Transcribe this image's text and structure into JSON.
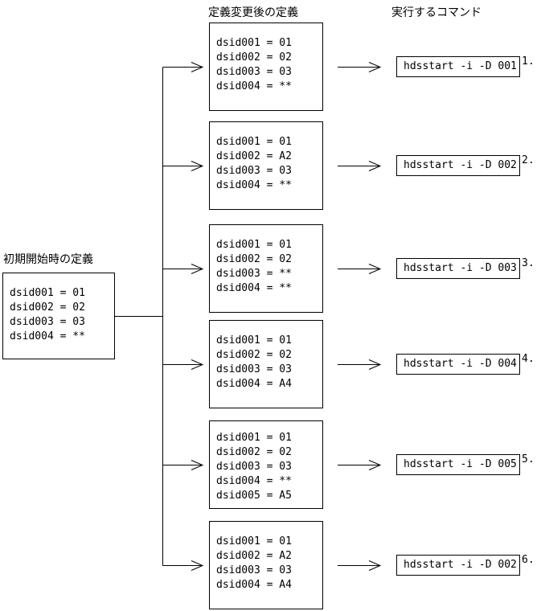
{
  "page": {
    "background_color": "#ffffff",
    "line_color": "#000000"
  },
  "left_column": {
    "title": "初期開始時の定義",
    "definition_box": {
      "lines": [
        "dsid001 = 01",
        "dsid002 = 02",
        "dsid003 = 03",
        "dsid004 = **"
      ]
    }
  },
  "middle_column": {
    "title": "定義変更後の定義",
    "definition_boxes": [
      {
        "lines": [
          "dsid001 = 01",
          "dsid002 = 02",
          "dsid003 = 03",
          "dsid004 = **"
        ]
      },
      {
        "lines": [
          "dsid001 = 01",
          "dsid002 = A2",
          "dsid003 = 03",
          "dsid004 = **"
        ]
      },
      {
        "lines": [
          "dsid001 = 01",
          "dsid002 = 02",
          "dsid003 = **",
          "dsid004 = **"
        ]
      },
      {
        "lines": [
          "dsid001 = 01",
          "dsid002 = 02",
          "dsid003 = 03",
          "dsid004 = A4"
        ]
      },
      {
        "lines": [
          "dsid001 = 01",
          "dsid002 = 02",
          "dsid003 = 03",
          "dsid004 = **",
          "dsid005 = A5"
        ]
      },
      {
        "lines": [
          "dsid001 = 01",
          "dsid002 = A2",
          "dsid003 = 03",
          "dsid004 = A4"
        ]
      }
    ]
  },
  "right_column": {
    "title": "実行するコマンド",
    "commands": [
      {
        "command": "hdsstart -i -D 001",
        "number": "1."
      },
      {
        "command": "hdsstart -i -D 002",
        "number": "2."
      },
      {
        "command": "hdsstart -i -D 003",
        "number": "3."
      },
      {
        "command": "hdsstart -i -D 004",
        "number": "4."
      },
      {
        "command": "hdsstart -i -D 005",
        "number": "5."
      },
      {
        "command": "hdsstart -i -D 002",
        "number": "6."
      }
    ]
  }
}
